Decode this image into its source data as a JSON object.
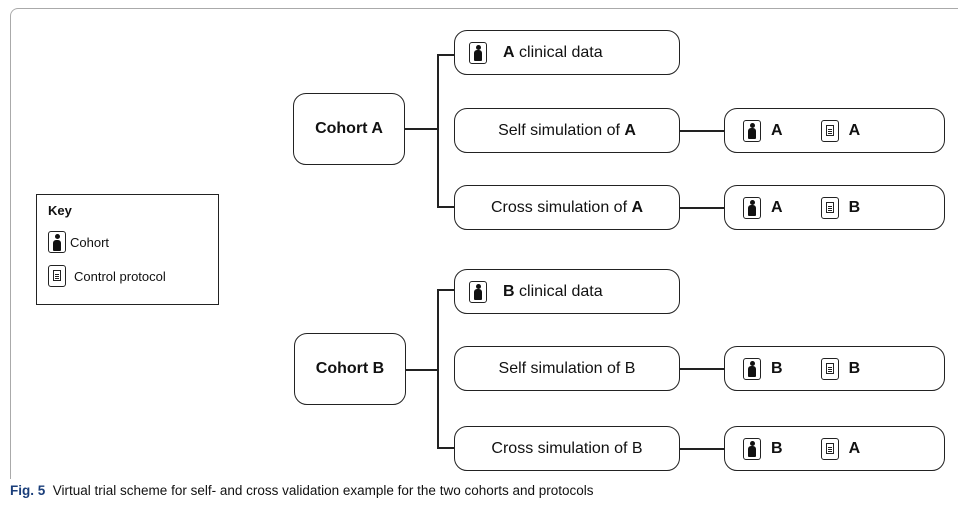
{
  "cohorts": {
    "a": {
      "label": "Cohort A",
      "clinical": {
        "letter": "A",
        "text": " clinical data"
      },
      "self": {
        "prefix": "Self simulation of ",
        "letter": "A",
        "cohort": "A",
        "protocol": "A"
      },
      "cross": {
        "prefix": "Cross simulation of ",
        "letter": "A",
        "cohort": "A",
        "protocol": "B"
      }
    },
    "b": {
      "label": "Cohort B",
      "clinical": {
        "letter": "B",
        "text": " clinical data"
      },
      "self": {
        "text": "Self simulation of B",
        "cohort": "B",
        "protocol": "B"
      },
      "cross": {
        "text": "Cross simulation of B",
        "cohort": "B",
        "protocol": "A"
      }
    }
  },
  "key": {
    "title": "Key",
    "items": [
      {
        "icon": "person-icon",
        "label": "Cohort"
      },
      {
        "icon": "document-icon",
        "label": "Control protocol"
      }
    ]
  },
  "caption": {
    "fig_label": "Fig. 5",
    "text": "  Virtual trial scheme for self- and cross validation example for the two cohorts and protocols"
  }
}
